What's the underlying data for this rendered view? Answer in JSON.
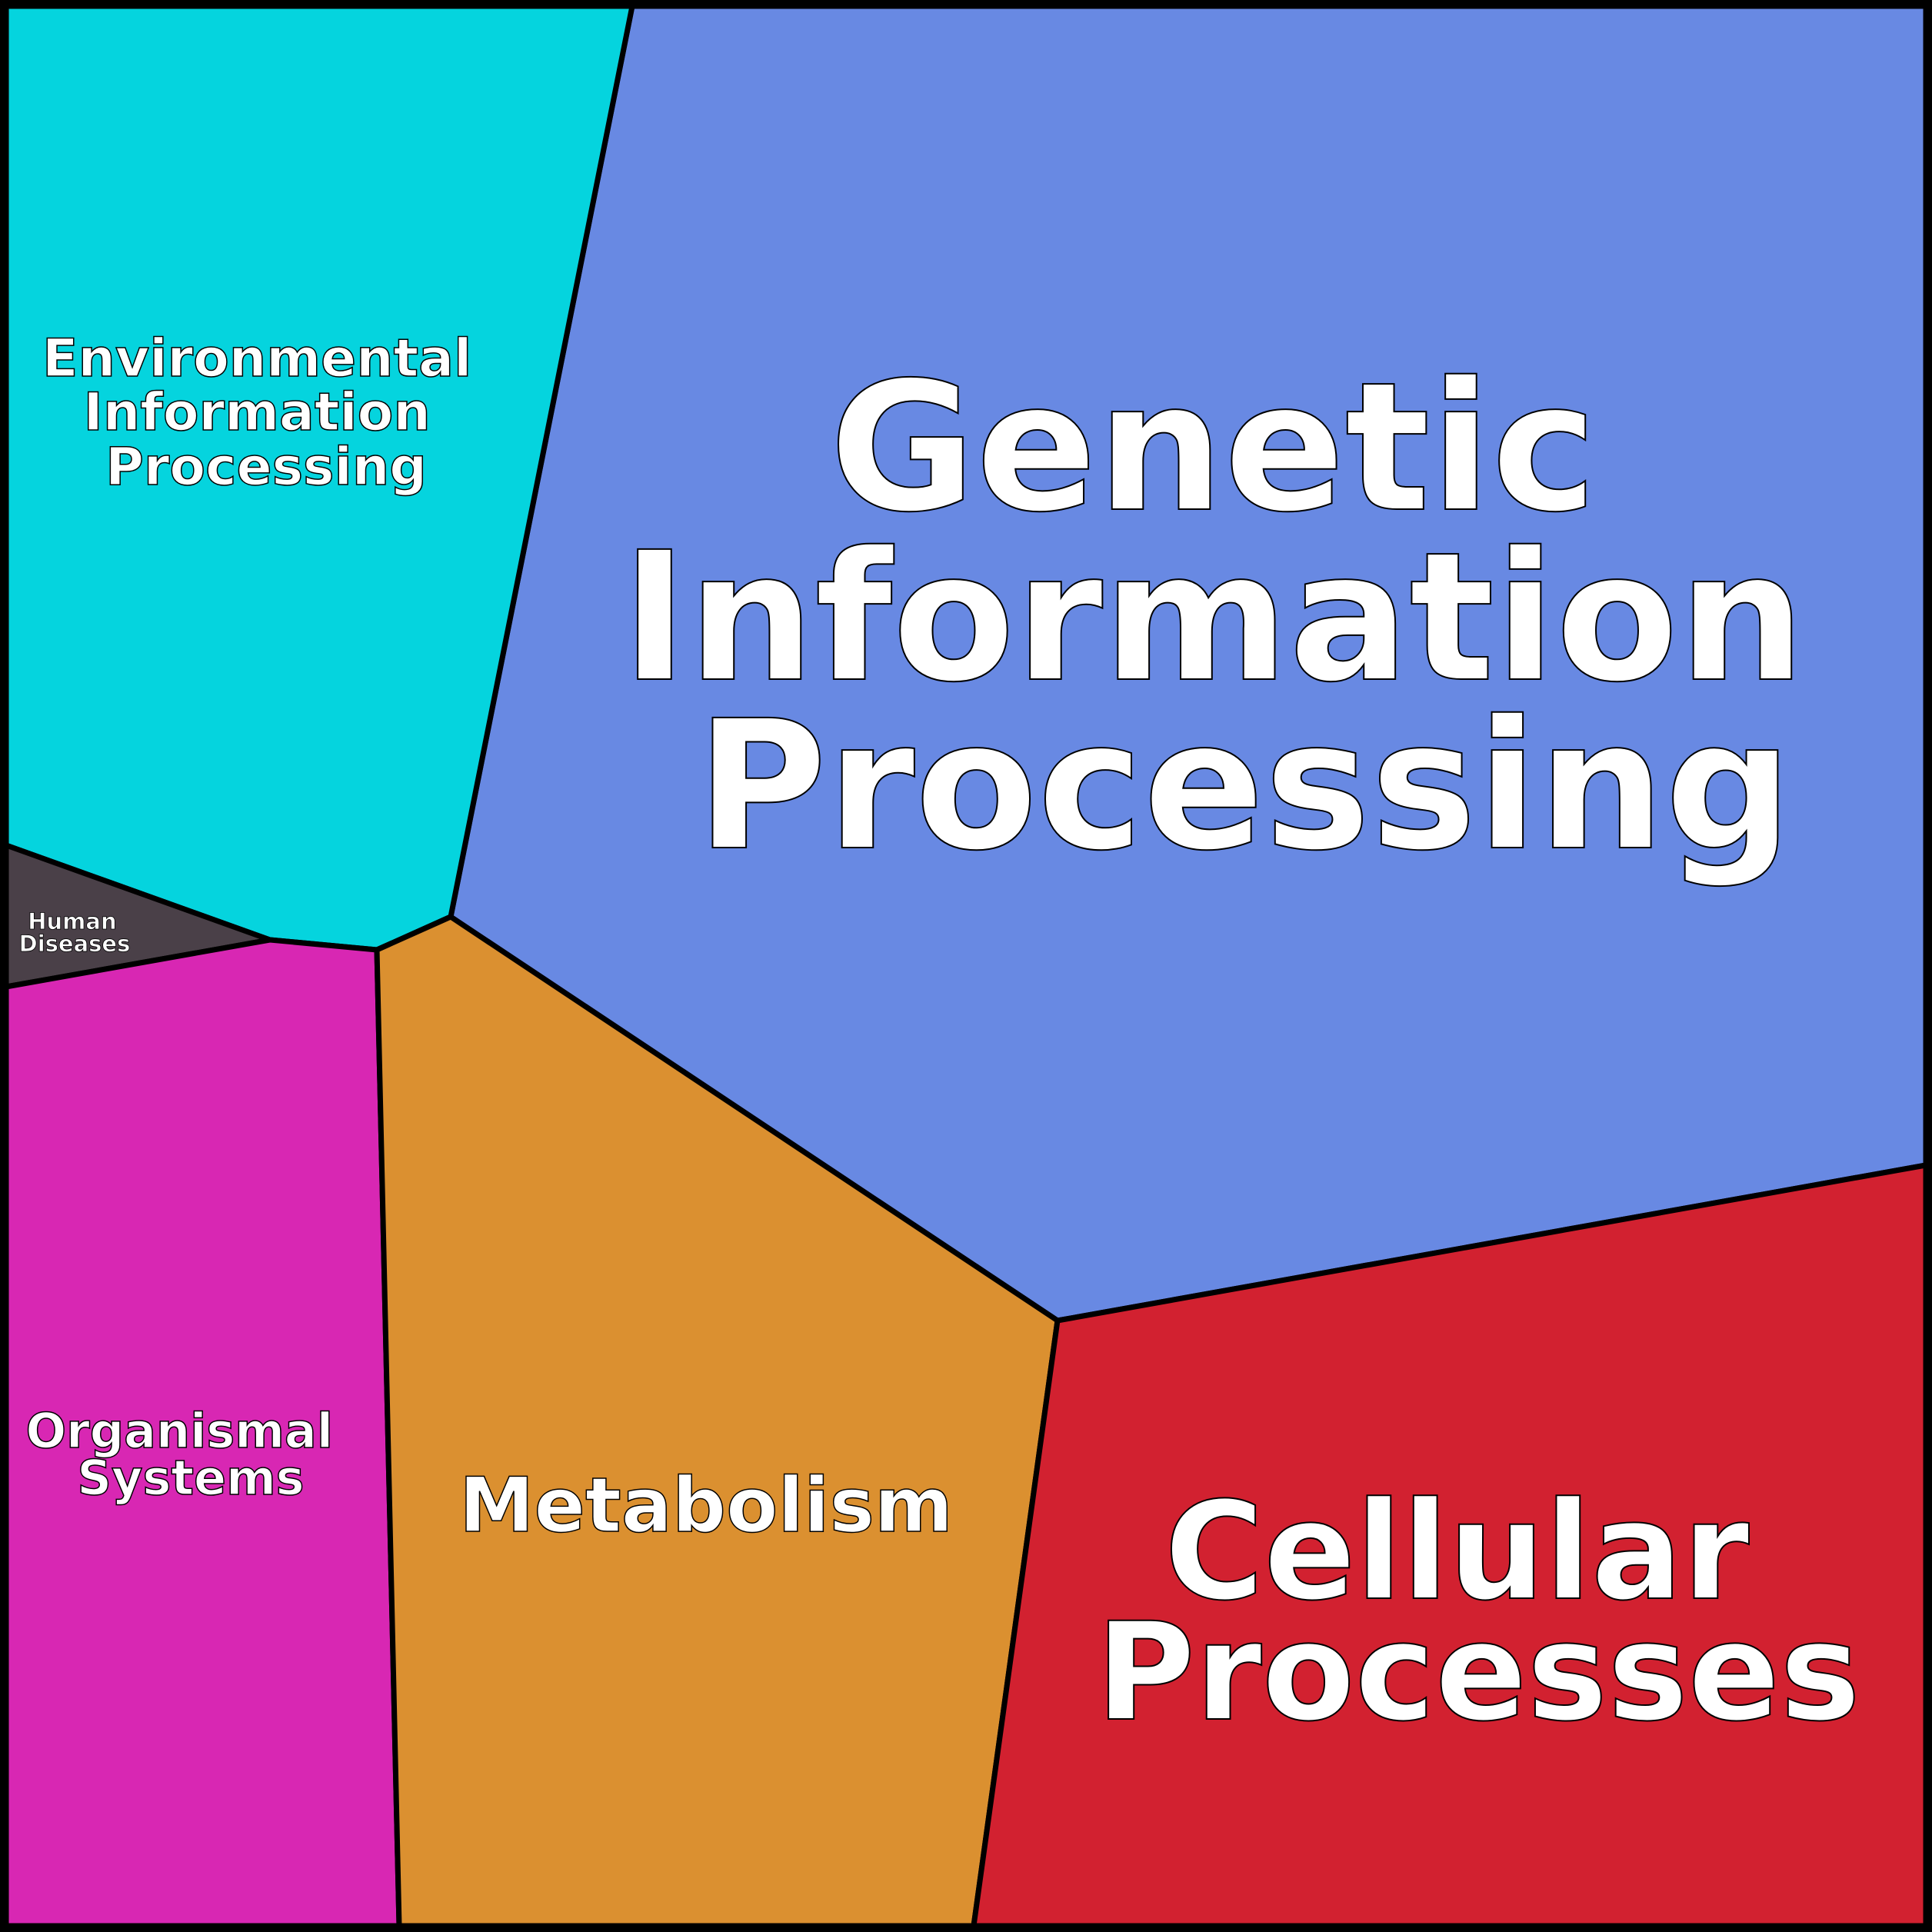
{
  "chart_data": {
    "type": "treemap",
    "subtype": "voronoi",
    "title": "",
    "categories": [
      {
        "name": "Genetic Information Processing",
        "lines": [
          "Genetic",
          "Information",
          "Processing"
        ],
        "color": "#6889E3"
      },
      {
        "name": "Environmental Information Processing",
        "lines": [
          "Environmental",
          "Information",
          "Processing"
        ],
        "color": "#05D4DE"
      },
      {
        "name": "Human Diseases",
        "lines": [
          "Human",
          "Diseases"
        ],
        "color": "#4A4048"
      },
      {
        "name": "Organismal Systems",
        "lines": [
          "Organismal",
          "Systems"
        ],
        "color": "#D827B3"
      },
      {
        "name": "Metabolism",
        "lines": [
          "Metabolism"
        ],
        "color": "#DB9030"
      },
      {
        "name": "Cellular Processes",
        "lines": [
          "Cellular",
          "Processes"
        ],
        "color": "#D22130"
      }
    ]
  }
}
